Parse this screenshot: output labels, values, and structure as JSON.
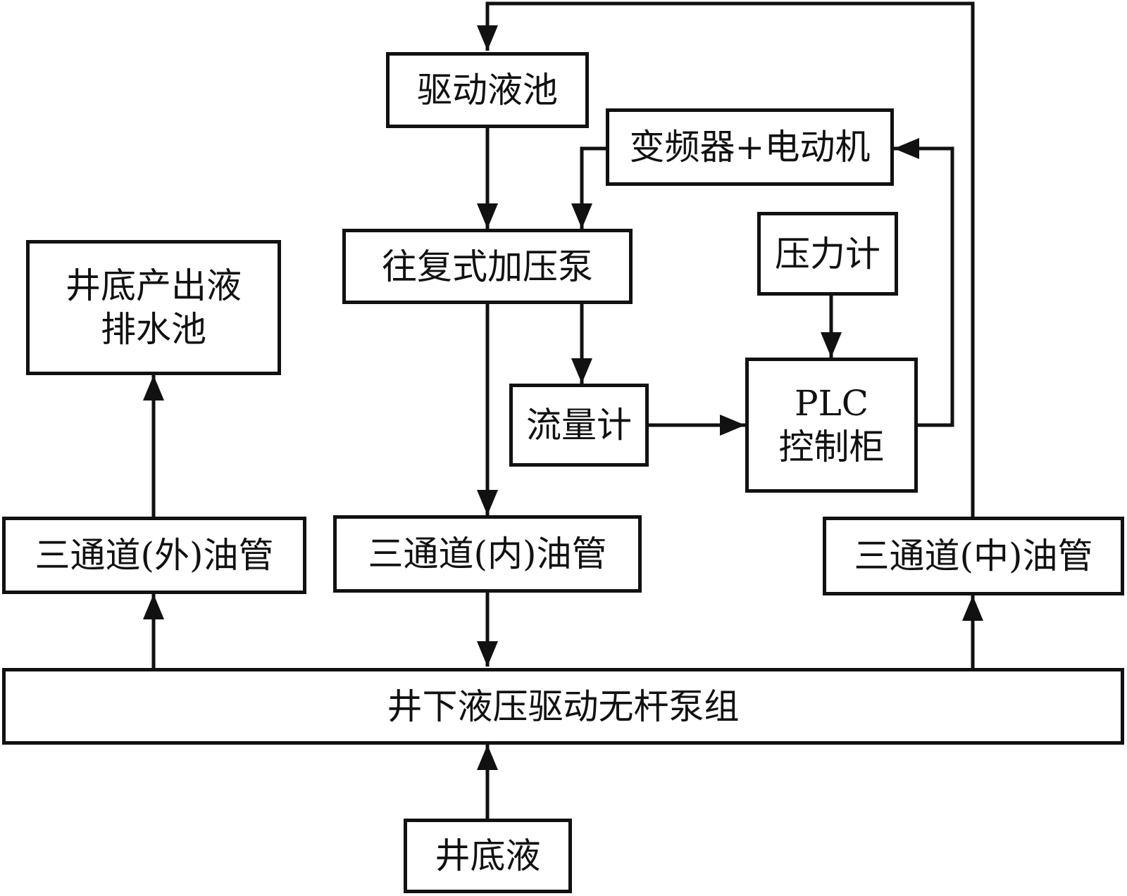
{
  "nodes": {
    "drive_tank": "驱动液池",
    "vfd_motor": "变频器+电动机",
    "pump": "往复式加压泵",
    "pressure_gauge": "压力计",
    "discharge_tank": {
      "line1": "井底产出液",
      "line2": "排水池"
    },
    "flow_meter": "流量计",
    "plc": {
      "line1": "PLC",
      "line2": "控制柜"
    },
    "tube_outer": "三通道(外)油管",
    "tube_inner": "三通道(内)油管",
    "tube_middle": "三通道(中)油管",
    "pump_unit": "井下液压驱动无杆泵组",
    "bottom_fluid": "井底液"
  },
  "style": {
    "line_color": "#111111",
    "box_border_color": "#111111",
    "background": "#ffffff"
  }
}
